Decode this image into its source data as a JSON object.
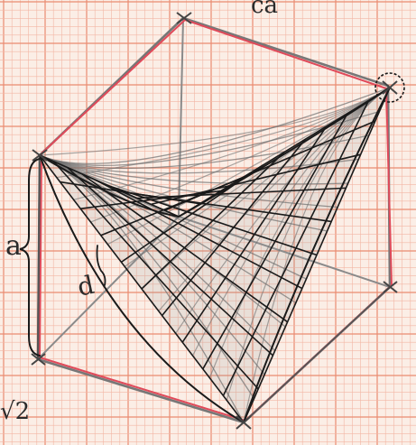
{
  "labels": {
    "side": "a",
    "distance": "d",
    "corner_top": "ca",
    "corner_bottom": "√2"
  },
  "colors": {
    "paper": "#fbeee6",
    "grid_minor": "#f3b6a4",
    "grid_major": "#ea8b70",
    "edge": "#e04a5a",
    "pencil": "#6f6f6f",
    "ink": "#1a1a1a"
  },
  "net": {
    "lines_per_family": 10
  }
}
